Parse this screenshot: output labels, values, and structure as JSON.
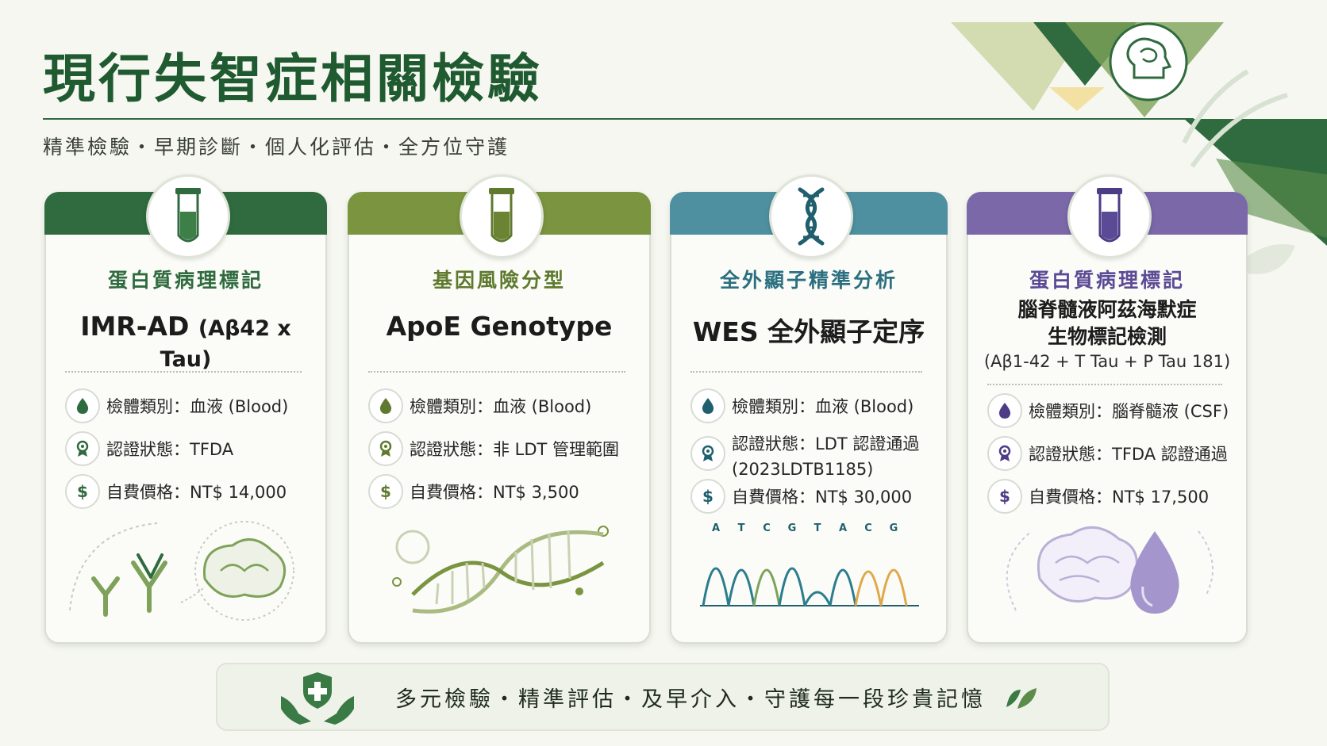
{
  "header": {
    "title": "現行失智症相關檢驗",
    "subtitle": "精準檢驗・早期診斷・個人化評估・全方位守護"
  },
  "colors": {
    "primary_green": "#2f6b3e",
    "olive": "#7a9440",
    "teal": "#4e8fa0",
    "purple": "#7a68a8"
  },
  "cards": [
    {
      "category": "蛋白質病理標記",
      "name": "IMR-AD",
      "name_suffix": "(Aβ42 x Tau)",
      "specimen": "檢體類別：血液 (Blood)",
      "certification": "認證狀態：TFDA",
      "price": "自費價格：NT$ 14,000",
      "icon": "test-tube-icon",
      "illustration": "antibody-brain-illustration"
    },
    {
      "category": "基因風險分型",
      "name": "ApoE Genotype",
      "specimen": "檢體類別：血液 (Blood)",
      "certification": "認證狀態：非 LDT 管理範圍",
      "price": "自費價格：NT$ 3,500",
      "icon": "test-tube-icon",
      "illustration": "dna-helix-illustration"
    },
    {
      "category": "全外顯子精準分析",
      "name": "WES 全外顯子定序",
      "specimen": "檢體類別：血液 (Blood)",
      "certification_line1": "認證狀態：LDT 認證通過",
      "certification_line2": "(2023LDTB1185)",
      "price": "自費價格：NT$ 30,000",
      "icon": "dna-icon",
      "sequence_letters": [
        "A",
        "T",
        "C",
        "G",
        "T",
        "A",
        "C",
        "G"
      ],
      "illustration": "chromatogram-illustration"
    },
    {
      "category": "蛋白質病理標記",
      "name_line1": "腦脊髓液阿茲海默症",
      "name_line2": "生物標記檢測",
      "name_sub": "(Aβ1-42 + T Tau + P Tau 181)",
      "specimen": "檢體類別：腦脊髓液 (CSF)",
      "certification": "認證狀態：TFDA 認證通過",
      "price": "自費價格：NT$ 17,500",
      "icon": "test-tube-icon",
      "illustration": "brain-droplet-illustration"
    }
  ],
  "footer": {
    "slogan": "多元檢驗・精準評估・及早介入・守護每一段珍貴記憶",
    "icon": "hands-shield-icon",
    "leaf_icon": "leaf-icon"
  }
}
